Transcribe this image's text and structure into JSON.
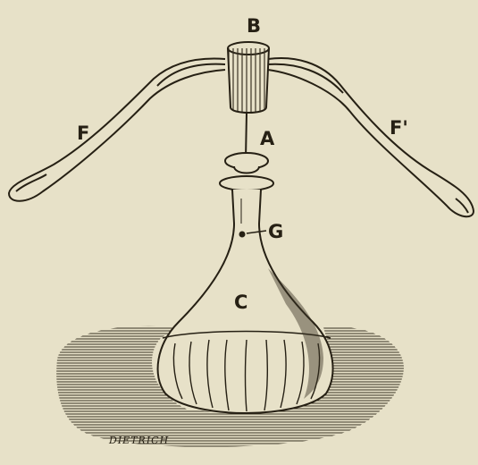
{
  "figure": {
    "labels": {
      "cork": "B",
      "needle": "A",
      "fork_left": "F",
      "fork_right": "F'",
      "bottle_neck": "G",
      "bottle": "C"
    },
    "signature": "DIETRICH"
  },
  "colors": {
    "paper": "#e7e1c8",
    "ink": "#262014",
    "hatch": "#3a3324"
  }
}
